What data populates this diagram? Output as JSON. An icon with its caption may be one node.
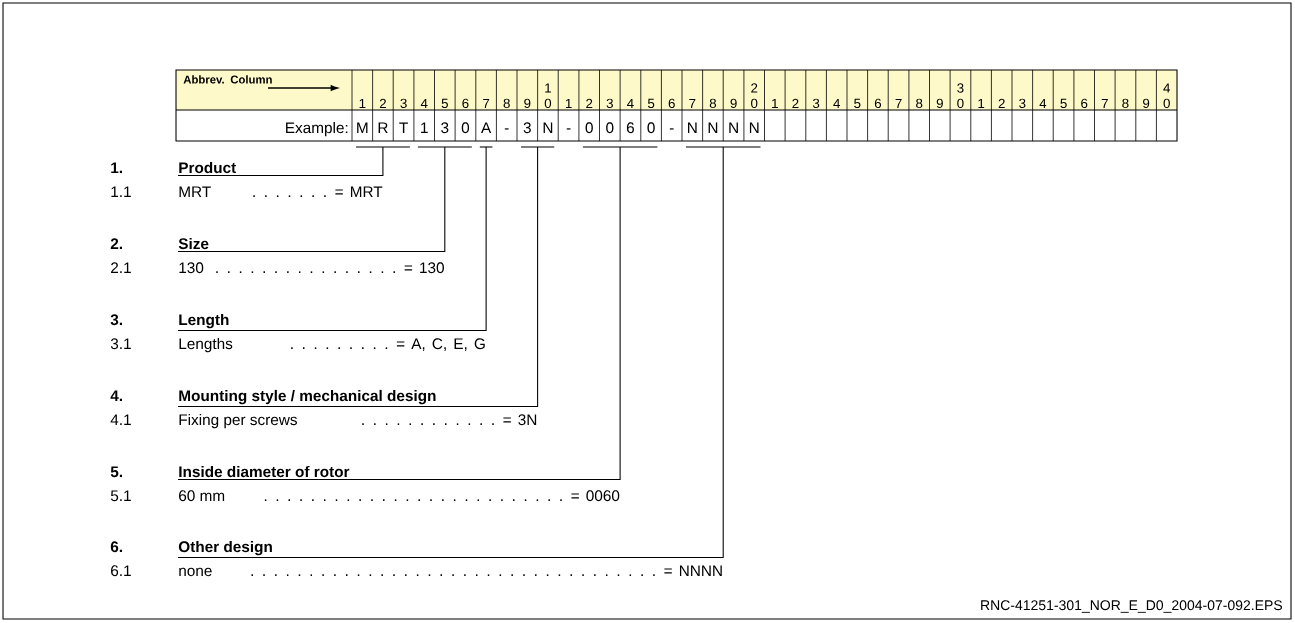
{
  "diagram": {
    "nodes": [
      {
        "text": [
          "Product"
        ],
        "beside": [
          "1."
        ]
      },
      {
        "text": [
          "Size"
        ],
        "beside": [
          "2."
        ]
      },
      {
        "text": [
          "Length"
        ],
        "beside": [
          "3."
        ]
      },
      {
        "text": [
          "Mounting style / mechanical design"
        ],
        "beside": [
          "4."
        ]
      },
      {
        "text": [
          "Inside diameter of rotor"
        ],
        "beside": [
          "5."
        ]
      },
      {
        "text": [
          "Other design"
        ],
        "beside": [
          "6."
        ]
      }
    ],
    "edges": [
      {
        "from": 0,
        "to": null,
        "arrow": "none"
      },
      {
        "from": 1,
        "to": null,
        "arrow": "none"
      },
      {
        "from": 2,
        "to": null,
        "arrow": "none"
      },
      {
        "from": 3,
        "to": null,
        "arrow": "none"
      },
      {
        "from": 4,
        "to": null,
        "arrow": "none"
      },
      {
        "from": 5,
        "to": null,
        "arrow": "none"
      }
    ],
    "labels": [
      "Abbrev. Column",
      "1",
      "2",
      "3",
      "4",
      "5",
      "6",
      "7",
      "8",
      "9",
      "1 0",
      "1",
      "2",
      "3",
      "4",
      "5",
      "6",
      "7",
      "8",
      "9",
      "2 0",
      "1",
      "2",
      "3",
      "4",
      "5",
      "6",
      "7",
      "8",
      "9",
      "3 0",
      "1",
      "2",
      "3",
      "4",
      "5",
      "6",
      "7",
      "8",
      "9",
      "4 0",
      "Example:",
      "M",
      "R",
      "T",
      "1",
      "3",
      "0",
      "A",
      "-",
      "3",
      "N",
      "-",
      "0",
      "0",
      "6",
      "0",
      "-",
      "N",
      "N",
      "N",
      "N",
      "1.1",
      "MRT",
      ". . . . . . . = MRT",
      "2.1",
      "130",
      ". . . . . . . . . . . . . . . . = 130",
      "3.1",
      "Lengths",
      ". . . . . . . . . = A, C, E, G",
      "4.1",
      "Fixing per screws",
      ". . . . . . . . . . . . = 3N",
      "5.1",
      "60 mm",
      ". . . . . . . . . . . . . . . . . . . . . . . . . . = 0060",
      "6.1",
      "none",
      ". . . . . . . . . . . . . . . . . . . . . . . . . . . . . . . . . . . = NNNN",
      "RNC-41251-301_NOR_E_D0_2004-07-092.EPS"
    ]
  }
}
